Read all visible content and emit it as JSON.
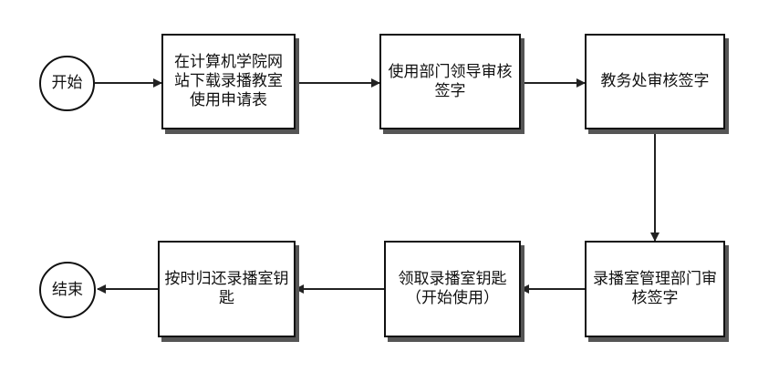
{
  "nodes": {
    "start": "开始",
    "end": "结束",
    "step1": "在计算机学院网站下载录播教室使用申请表",
    "step2": "使用部门领导审核签字",
    "step3": "教务处审核签字",
    "step4": "录播室管理部门审核签字",
    "step5": "领取录播室钥匙（开始使用）",
    "step6": "按时归还录播室钥匙"
  }
}
